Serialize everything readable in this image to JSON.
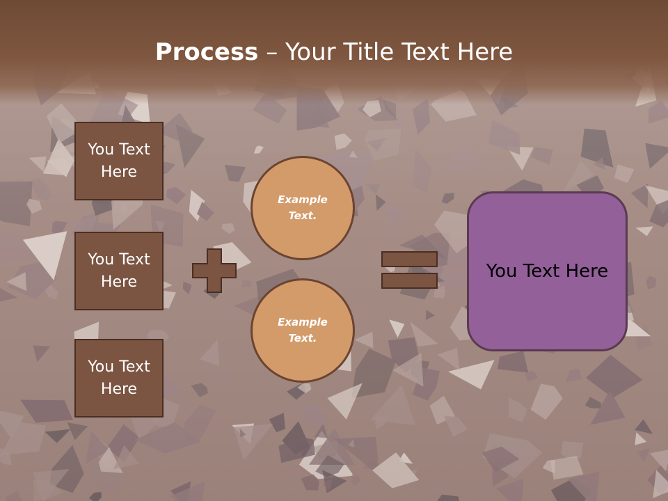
{
  "title": {
    "bold": "Process",
    "rest": " – Your Title Text Here"
  },
  "left_boxes": [
    {
      "label": "You Text Here"
    },
    {
      "label": "You Text Here"
    },
    {
      "label": "You Text Here"
    }
  ],
  "circles": [
    {
      "label": "Example Text."
    },
    {
      "label": "Example Text."
    }
  ],
  "result": {
    "label": "You Text Here"
  },
  "colors": {
    "header": "#6e4a35",
    "box_fill": "#7b5442",
    "circle_fill": "#d39b6a",
    "result_fill": "#93609a"
  }
}
